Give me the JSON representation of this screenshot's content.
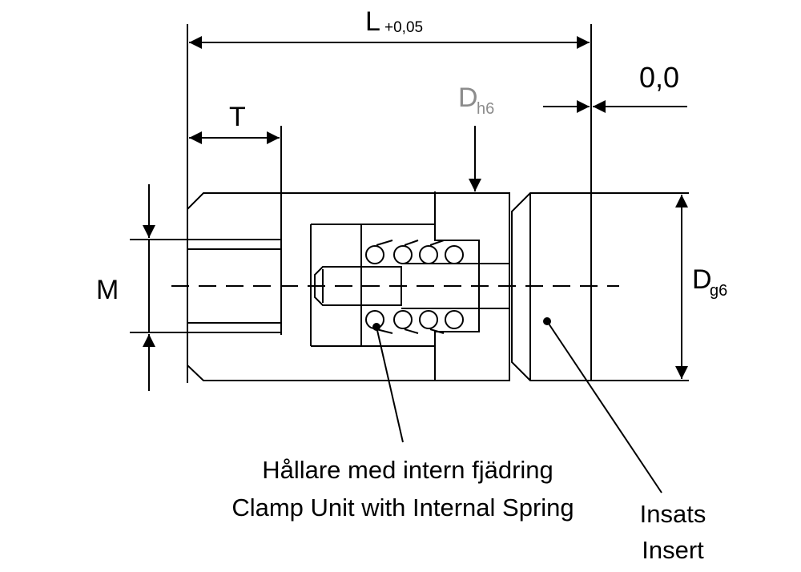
{
  "labels": {
    "length": "L",
    "length_tol": "+0,05",
    "offset": "0,0",
    "thread_depth": "T",
    "holder_dia": "D",
    "holder_dia_tol": "h6",
    "thread": "M",
    "insert_dia": "D",
    "insert_dia_tol": "g6",
    "clamp_sv": "Hållare med intern fjädring",
    "clamp_en": "Clamp Unit with Internal Spring",
    "insert_sv": "Insats",
    "insert_en": "Insert"
  },
  "colors": {
    "line": "#000000",
    "muted_label": "#8c8c8c",
    "background": "#ffffff"
  }
}
